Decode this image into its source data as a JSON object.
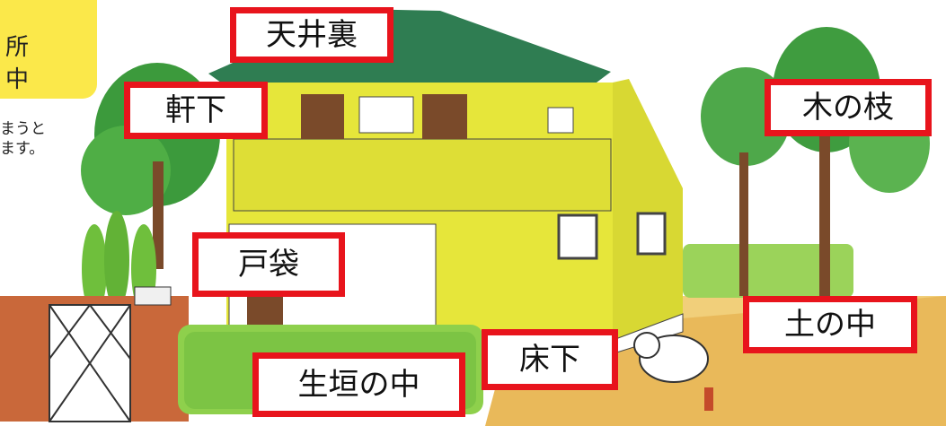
{
  "side_panel": {
    "line1": "所",
    "line2": "中"
  },
  "side_note": {
    "line1": "まうと",
    "line2": "ます。"
  },
  "labels": {
    "attic": "天井裏",
    "eaves": "軒下",
    "tree_branch": "木の枝",
    "door_pocket": "戸袋",
    "underground": "土の中",
    "under_floor": "床下",
    "inside_hedge": "生垣の中"
  },
  "colors": {
    "callout_border": "#e8141c",
    "house_wall": "#e6e63a",
    "roof": "#2f7d52",
    "side_panel": "#fbe84a"
  }
}
